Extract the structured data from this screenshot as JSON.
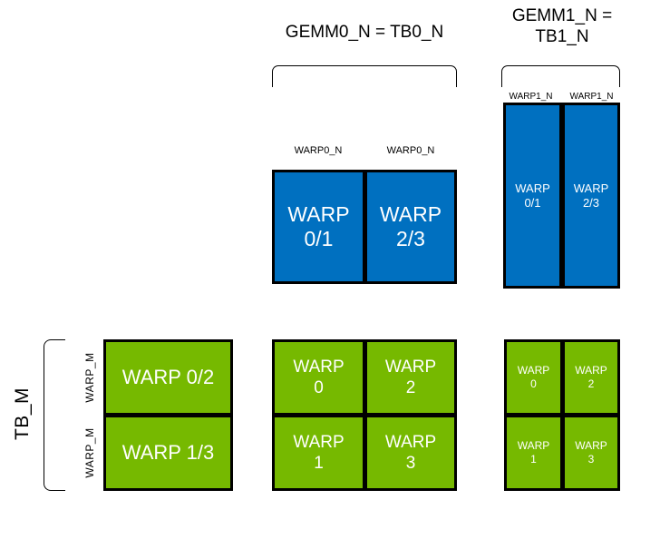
{
  "diagram": {
    "title_gemm0": "GEMM0_N = TB0_N",
    "title_gemm1": "GEMM1_N =\nTB1_N",
    "label_tb_m": "TB_M",
    "label_warp_m_top": "WARP_M",
    "label_warp_m_bottom": "WARP_M",
    "label_warp0_n_left": "WARP0_N",
    "label_warp0_n_right": "WARP0_N",
    "label_warp1_n_left": "WARP1_N",
    "label_warp1_n_right": "WARP1_N",
    "colors": {
      "blue": "#0070C0",
      "green": "#76B900",
      "border": "#000000",
      "text_on_fill": "#FFFFFF",
      "background": "#FFFFFF"
    },
    "blue_middle_cells": [
      {
        "text": "WARP\n0/1"
      },
      {
        "text": "WARP\n2/3"
      }
    ],
    "blue_right_cells": [
      {
        "text": "WARP\n0/1"
      },
      {
        "text": "WARP\n2/3"
      }
    ],
    "green_left_cells": [
      {
        "text": "WARP 0/2"
      },
      {
        "text": "WARP 1/3"
      }
    ],
    "green_middle_cells": [
      {
        "text": "WARP\n0"
      },
      {
        "text": "WARP\n2"
      },
      {
        "text": "WARP\n1"
      },
      {
        "text": "WARP\n3"
      }
    ],
    "green_right_cells": [
      {
        "text": "WARP\n0"
      },
      {
        "text": "WARP\n2"
      },
      {
        "text": "WARP\n1"
      },
      {
        "text": "WARP\n3"
      }
    ]
  }
}
